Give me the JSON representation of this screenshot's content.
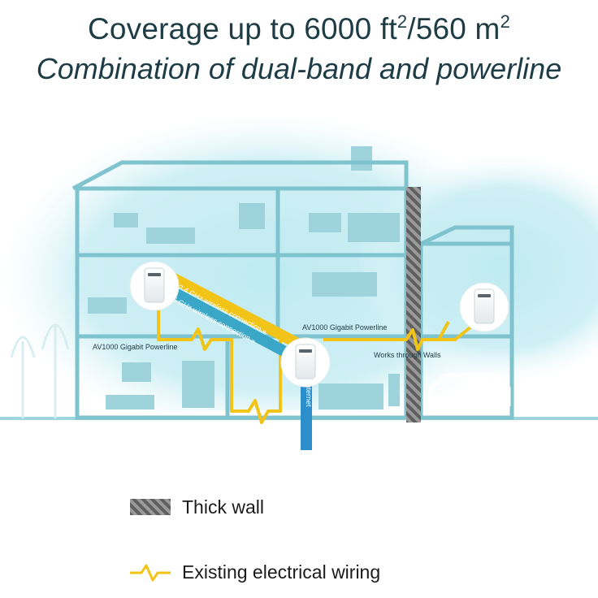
{
  "header": {
    "title_prefix": "Coverage up to 6000 ft",
    "title_sup1": "2",
    "title_mid": "/560 m",
    "title_sup2": "2",
    "subtitle": "Combination of dual-band and powerline"
  },
  "diagram": {
    "labels": {
      "wifi_24": "« 2.4 GHz wireless connection »",
      "wifi_5": "« 5 GHz wireless connection »",
      "powerline_left": "AV1000 Gigabit Powerline",
      "powerline_right": "AV1000 Gigabit Powerline",
      "works_through_walls": "Works through Walls",
      "internet": "Internet"
    },
    "colors": {
      "glow": "#b6e7ef",
      "house": "#7fc3cf",
      "wiring": "#f2c417",
      "internet_cable": "#2c8ecb",
      "wall_hatch": "#6a6a6a",
      "title": "#1e3c45"
    }
  },
  "legend": {
    "thick_wall": "Thick wall",
    "electrical_wiring": "Existing electrical wiring"
  }
}
